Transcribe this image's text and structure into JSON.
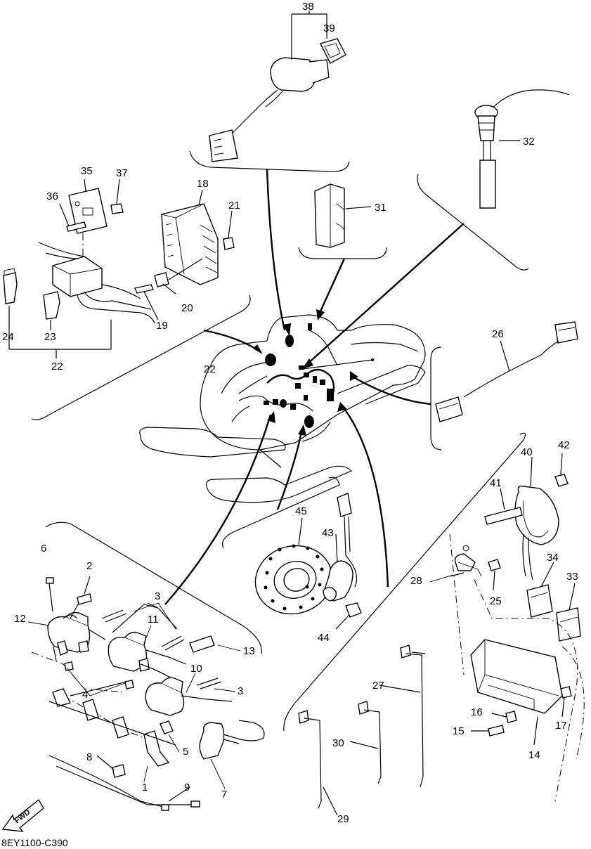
{
  "drawing_code": "8EY1100-C390",
  "fwd_label": "FWD",
  "callouts": {
    "c1": "1",
    "c2": "2",
    "c3a": "3",
    "c3b": "3",
    "c4": "4",
    "c5": "5",
    "c6": "6",
    "c7": "7",
    "c8": "8",
    "c9": "9",
    "c10": "10",
    "c11": "11",
    "c12": "12",
    "c13": "13",
    "c14": "14",
    "c15": "15",
    "c16": "16",
    "c17": "17",
    "c18": "18",
    "c19": "19",
    "c20": "20",
    "c21": "21",
    "c22a": "22",
    "c22b": "22",
    "c23": "23",
    "c24": "24",
    "c25": "25",
    "c26": "26",
    "c27": "27",
    "c28": "28",
    "c29": "29",
    "c30": "30",
    "c31": "31",
    "c32": "32",
    "c33": "33",
    "c34": "34",
    "c35": "35",
    "c36": "36",
    "c37": "37",
    "c38": "38",
    "c39": "39",
    "c40": "40",
    "c41": "41",
    "c42": "42",
    "c43": "43",
    "c44": "44",
    "c45": "45"
  }
}
